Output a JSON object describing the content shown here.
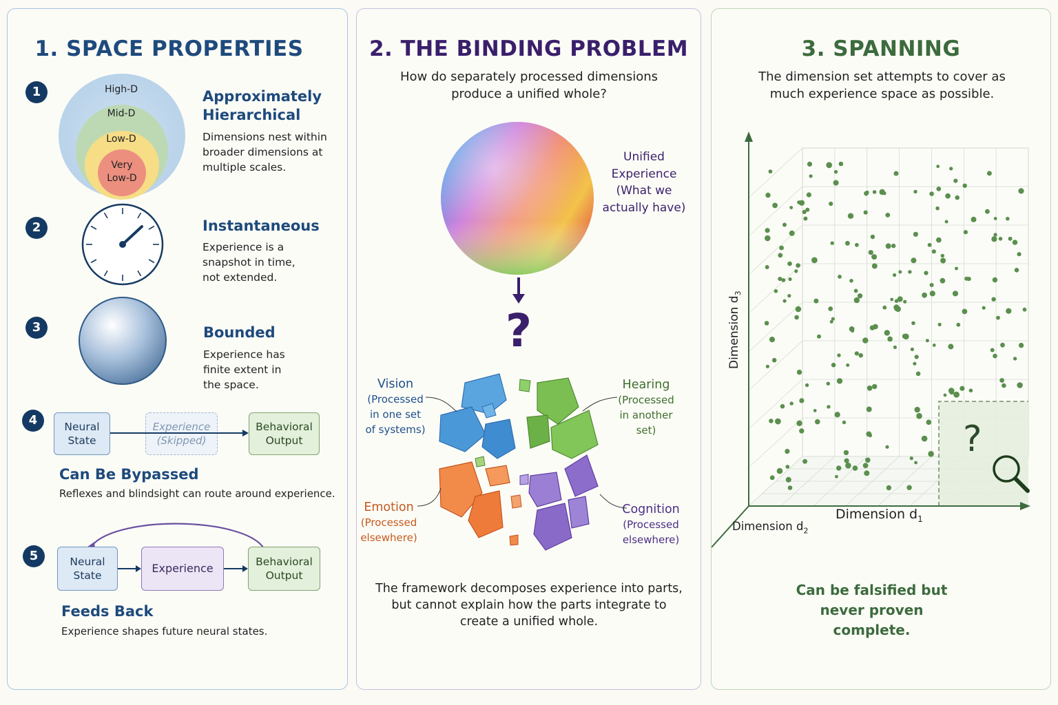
{
  "panel1": {
    "title": "1. SPACE PROPERTIES",
    "items": [
      {
        "num": "1",
        "title": "Approximately Hierarchical",
        "desc": "Dimensions nest within broader dimensions at multiple scales.",
        "levels": [
          "High-D",
          "Mid-D",
          "Low-D",
          "Very Low-D"
        ]
      },
      {
        "num": "2",
        "title": "Instantaneous",
        "desc": "Experience is a snapshot in time, not extended."
      },
      {
        "num": "3",
        "title": "Bounded",
        "desc": "Experience has finite extent in the space."
      },
      {
        "num": "4",
        "title": "Can Be Bypassed",
        "desc": "Reflexes and blindsight can route around experience.",
        "flow": {
          "neural": "Neural State",
          "experience": "Experience (Skipped)",
          "output": "Behavioral Output"
        }
      },
      {
        "num": "5",
        "title": "Feeds Back",
        "desc": "Experience shapes future neural states.",
        "flow": {
          "neural": "Neural State",
          "experience": "Experience",
          "output": "Behavioral Output"
        }
      }
    ]
  },
  "panel2": {
    "title": "2. THE BINDING PROBLEM",
    "subtitle": "How do separately processed dimensions produce a unified whole?",
    "unified_label": "Unified Experience (What we actually have)",
    "question": "?",
    "parts": {
      "vision": {
        "name": "Vision",
        "sub": "(Processed in one set of systems)",
        "color": "#1f4f8a"
      },
      "hearing": {
        "name": "Hearing",
        "sub": "(Processed in another set)",
        "color": "#3f6e2b"
      },
      "emotion": {
        "name": "Emotion",
        "sub": "(Processed elsewhere)",
        "color": "#c55a1e"
      },
      "cognition": {
        "name": "Cognition",
        "sub": "(Processed elsewhere)",
        "color": "#4b2f86"
      }
    },
    "caption": "The framework decomposes experience into parts, but cannot explain how the parts integrate to create a unified whole."
  },
  "panel3": {
    "title": "3. SPANNING",
    "subtitle": "The dimension set attempts to cover as much experience space as possible.",
    "axes": {
      "d1": "Dimension d",
      "d1_sub": "1",
      "d2": "Dimension d",
      "d2_sub": "2",
      "d3": "Dimension d",
      "d3_sub": "3"
    },
    "unknown_mark": "?",
    "footer": "Can be falsified but never proven complete.",
    "dot_color": "#5b8f4e"
  }
}
